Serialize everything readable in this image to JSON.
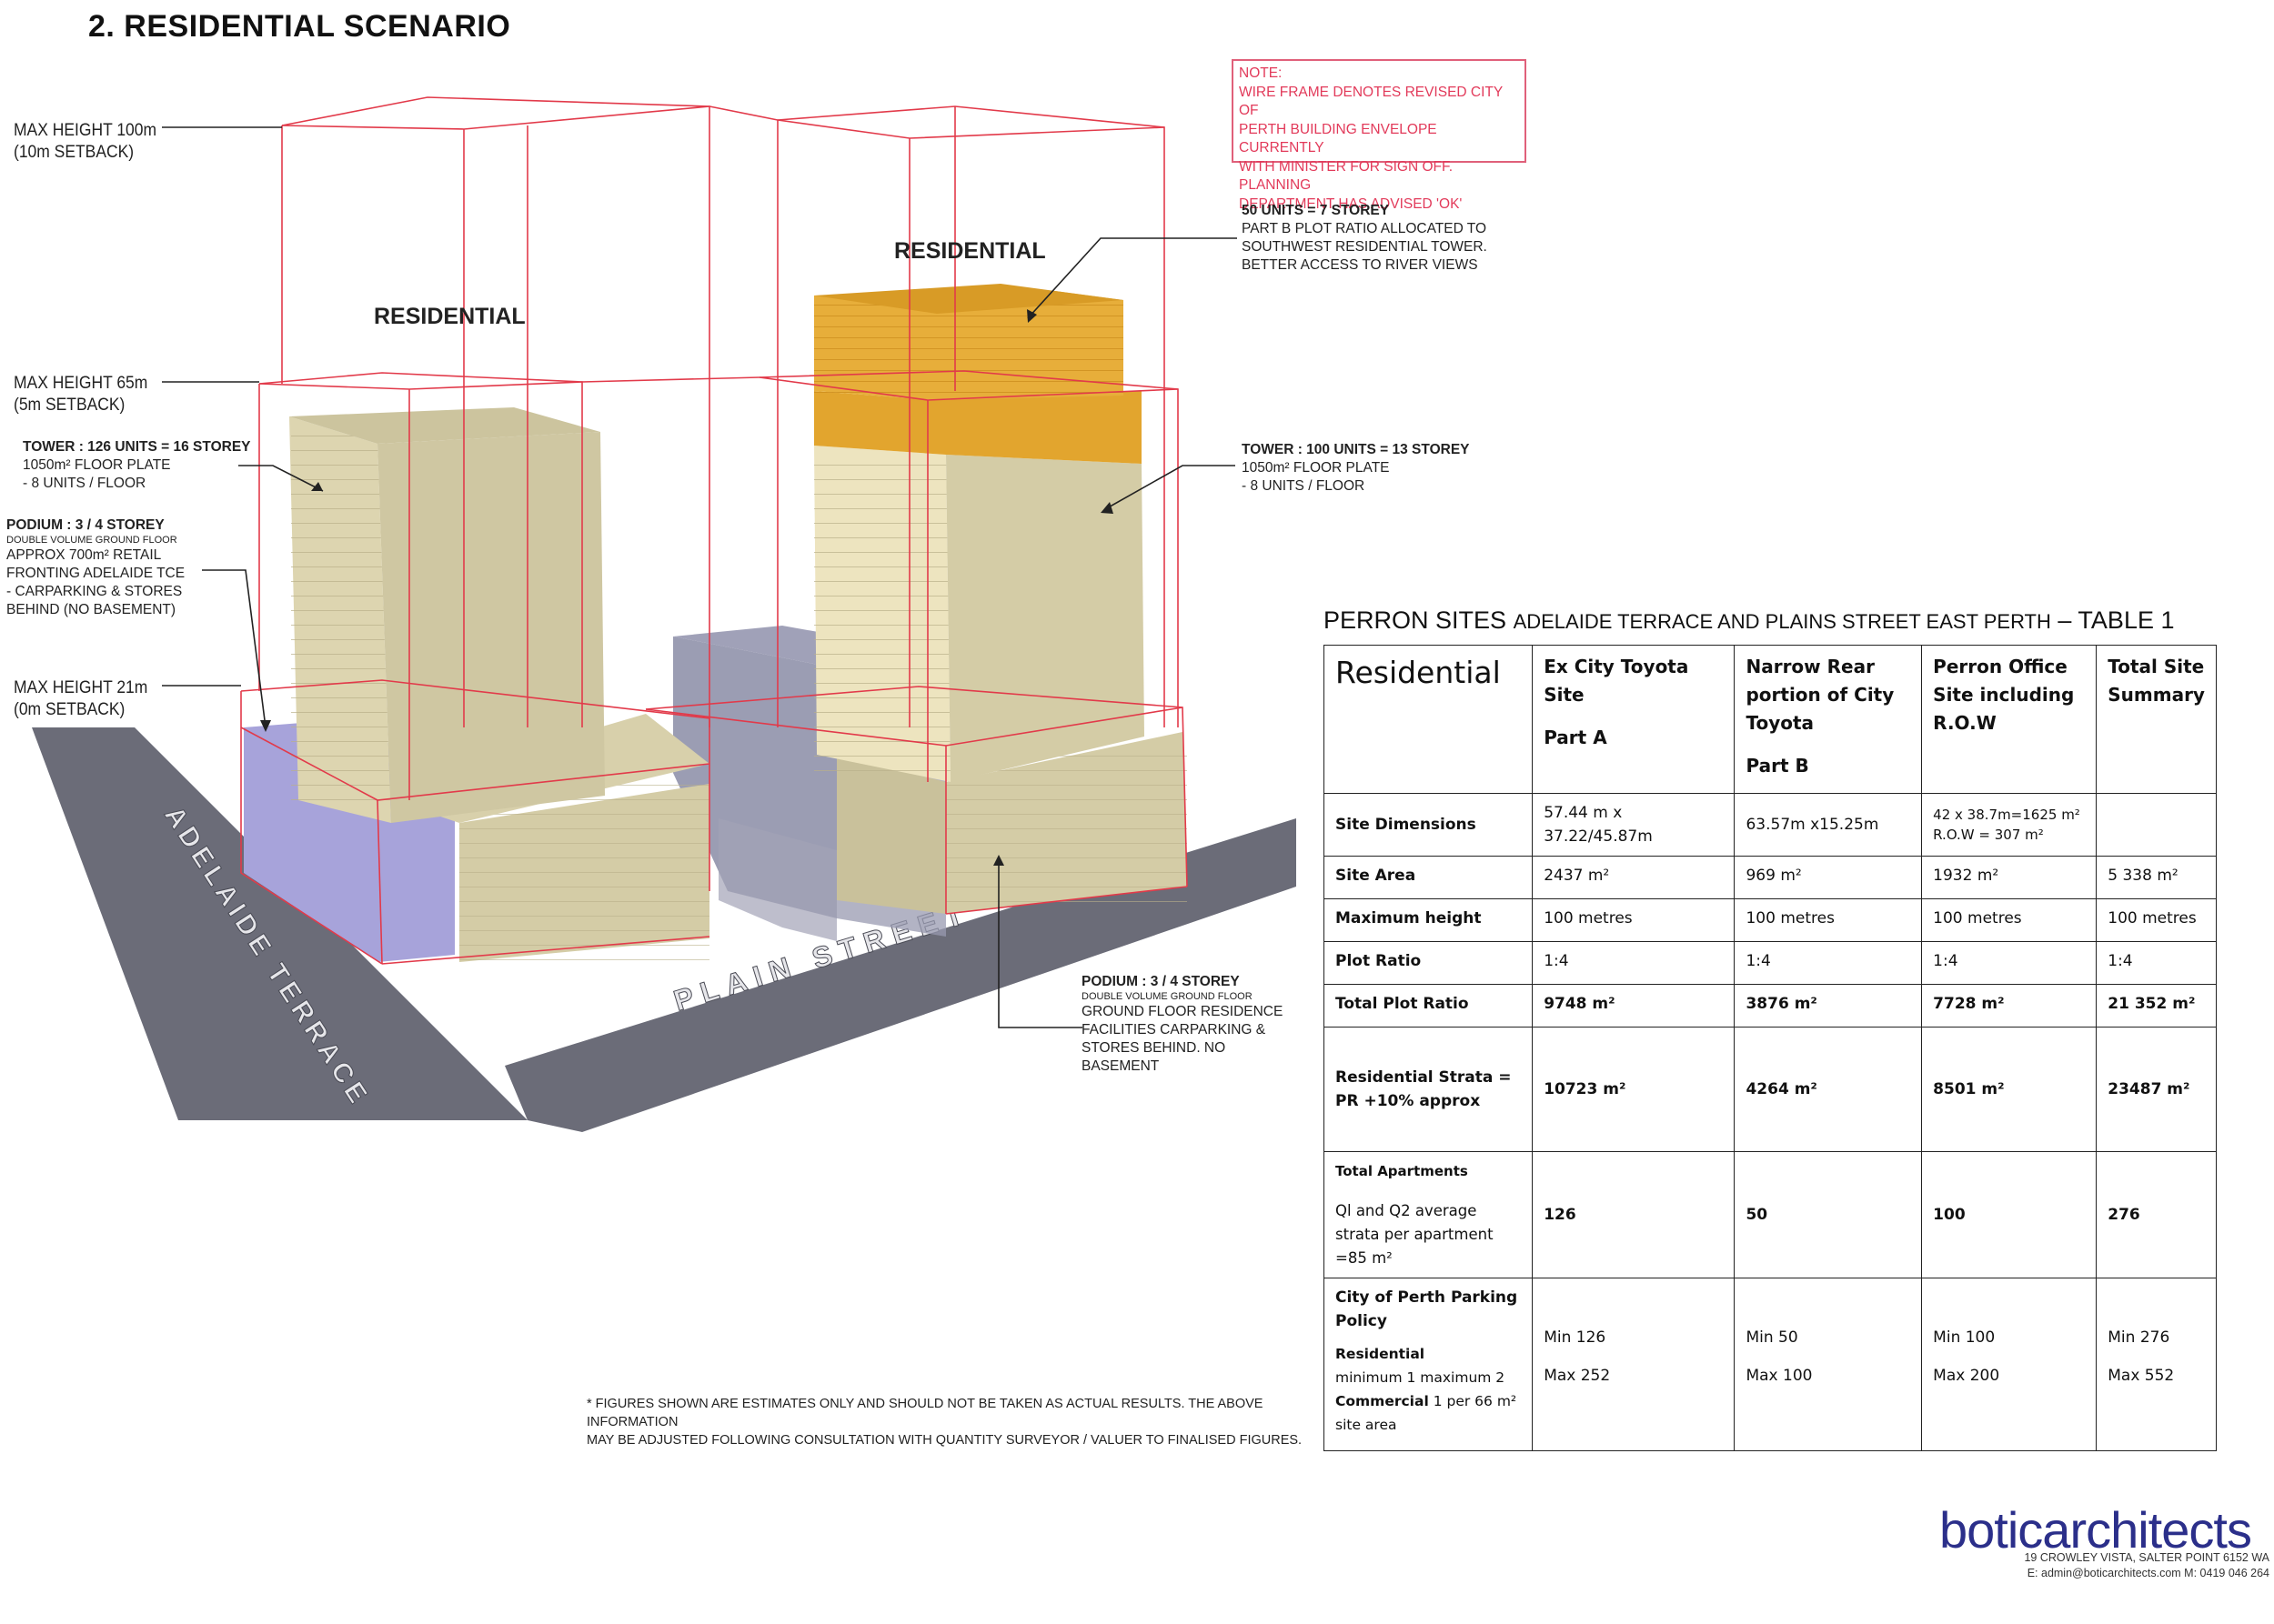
{
  "title": "2. RESIDENTIAL SCENARIO",
  "height_labels": [
    {
      "line1": "MAX HEIGHT 100m",
      "line2": "(10m SETBACK)"
    },
    {
      "line1": "MAX HEIGHT 65m",
      "line2": "(5m SETBACK)"
    },
    {
      "line1": "MAX HEIGHT 21m",
      "line2": "(0m SETBACK)"
    }
  ],
  "note": {
    "lines": [
      "NOTE:",
      "WIRE FRAME DENOTES REVISED CITY OF",
      "PERTH BUILDING ENVELOPE CURRENTLY",
      "WITH MINISTER FOR SIGN OFF. PLANNING",
      "DEPARTMENT HAS ADVISED 'OK'"
    ]
  },
  "building_labels": {
    "left": "RESIDENTIAL",
    "right": "RESIDENTIAL"
  },
  "annotations": {
    "tower_left": {
      "head": "TOWER : 126 UNITS = 16 STOREY",
      "lines": [
        "1050m² FLOOR PLATE",
        "- 8 UNITS / FLOOR"
      ]
    },
    "podium_left": {
      "head": "PODIUM : 3 / 4 STOREY",
      "small": "DOUBLE VOLUME GROUND FLOOR",
      "lines": [
        "APPROX 700m² RETAIL",
        "FRONTING ADELAIDE TCE",
        "- CARPARKING & STORES",
        "BEHIND (NO BASEMENT)"
      ]
    },
    "units_50": {
      "head": "50 UNITS = 7 STOREY",
      "lines": [
        "PART B PLOT RATIO ALLOCATED TO",
        "SOUTHWEST RESIDENTIAL TOWER.",
        "BETTER ACCESS TO RIVER VIEWS"
      ]
    },
    "tower_right": {
      "head": "TOWER : 100 UNITS = 13 STOREY",
      "lines": [
        "1050m² FLOOR PLATE",
        "- 8 UNITS / FLOOR"
      ]
    },
    "podium_right": {
      "head": "PODIUM : 3 / 4 STOREY",
      "small": "DOUBLE VOLUME GROUND FLOOR",
      "lines": [
        "GROUND FLOOR RESIDENCE",
        "FACILITIES CARPARKING &",
        "STORES BEHIND. NO",
        "BASEMENT"
      ]
    }
  },
  "streets": {
    "adelaide": "ADELAIDE TERRACE",
    "plain": "PLAIN STREET"
  },
  "table": {
    "title_main": "PERRON SITES",
    "title_sub": "ADELAIDE TERRACE AND PLAINS STREET EAST PERTH",
    "title_end": "– TABLE 1",
    "corner": "Residential",
    "headers": [
      {
        "l1": "Ex City Toyota Site",
        "l2": "Part A"
      },
      {
        "l1": "Narrow Rear portion of City Toyota",
        "l2": "Part B"
      },
      {
        "l1": "Perron Office Site including R.O.W",
        "l2": ""
      },
      {
        "l1": "Total Site Summary",
        "l2": ""
      }
    ],
    "site_dimensions": {
      "label": "Site Dimensions",
      "a": "57.44 m x 37.22/45.87m",
      "b": "63.57m x15.25m",
      "c1": "42 x 38.7m=1625 m²",
      "c2": "R.O.W = 307 m²",
      "d": ""
    },
    "site_area": {
      "label": "Site Area",
      "a": "2437 m²",
      "b": "969 m²",
      "c": "1932 m²",
      "d": "5 338 m²"
    },
    "max_height": {
      "label": "Maximum height",
      "a": "100 metres",
      "b": "100 metres",
      "c": "100 metres",
      "d": "100 metres"
    },
    "plot_ratio": {
      "label": "Plot Ratio",
      "a": "1:4",
      "b": "1:4",
      "c": "1:4",
      "d": "1:4"
    },
    "total_plot_ratio": {
      "label": "Total Plot Ratio",
      "a": "9748 m²",
      "b": "3876 m²",
      "c": "7728 m²",
      "d": "21 352  m²"
    },
    "strata": {
      "label1": "Residential Strata  =",
      "label2": "PR +10% approx",
      "a": "10723  m²",
      "b": "4264 m²",
      "c": "8501 m²",
      "d": "23487 m²"
    },
    "apartments": {
      "label1": "Total Apartments",
      "label2": "Ql and Q2 average strata per apartment =85  m²",
      "a": "126",
      "b": "50",
      "c": "100",
      "d": "276"
    },
    "parking": {
      "label1": "City of Perth  Parking Policy",
      "label2": "Residential",
      "label3": "minimum  1 maximum  2",
      "label4": "Commercial",
      "label5": "1 per 66 m² site area",
      "a_min": "Min 126",
      "a_max": "Max 252",
      "b_min": "Min 50",
      "b_max": "Max 100",
      "c_min": "Min 100",
      "c_max": "Max 200",
      "d_min": "Min 276",
      "d_max": "Max 552"
    }
  },
  "disclaimer": {
    "line1": "* FIGURES SHOWN ARE ESTIMATES ONLY AND SHOULD NOT BE TAKEN AS ACTUAL RESULTS. THE ABOVE INFORMATION",
    "line2": "MAY BE ADJUSTED FOLLOWING CONSULTATION WITH QUANTITY SURVEYOR / VALUER TO FINALISED FIGURES."
  },
  "logo": {
    "part1": "botic",
    "part2": "architects"
  },
  "address": {
    "line1": "19   CROWLEY   VISTA,   SALTER   POINT   6152   WA",
    "line2": "E: admin@boticarchitects.com   M: 0419 046 264"
  },
  "colors": {
    "wireframe": "#e23a4a",
    "tower": "#d4cca6",
    "tower_light": "#ede4bf",
    "gold": "#e2a52e",
    "purple": "#a7a3da",
    "street": "#6b6c78",
    "glass": "#8a8ca8"
  }
}
